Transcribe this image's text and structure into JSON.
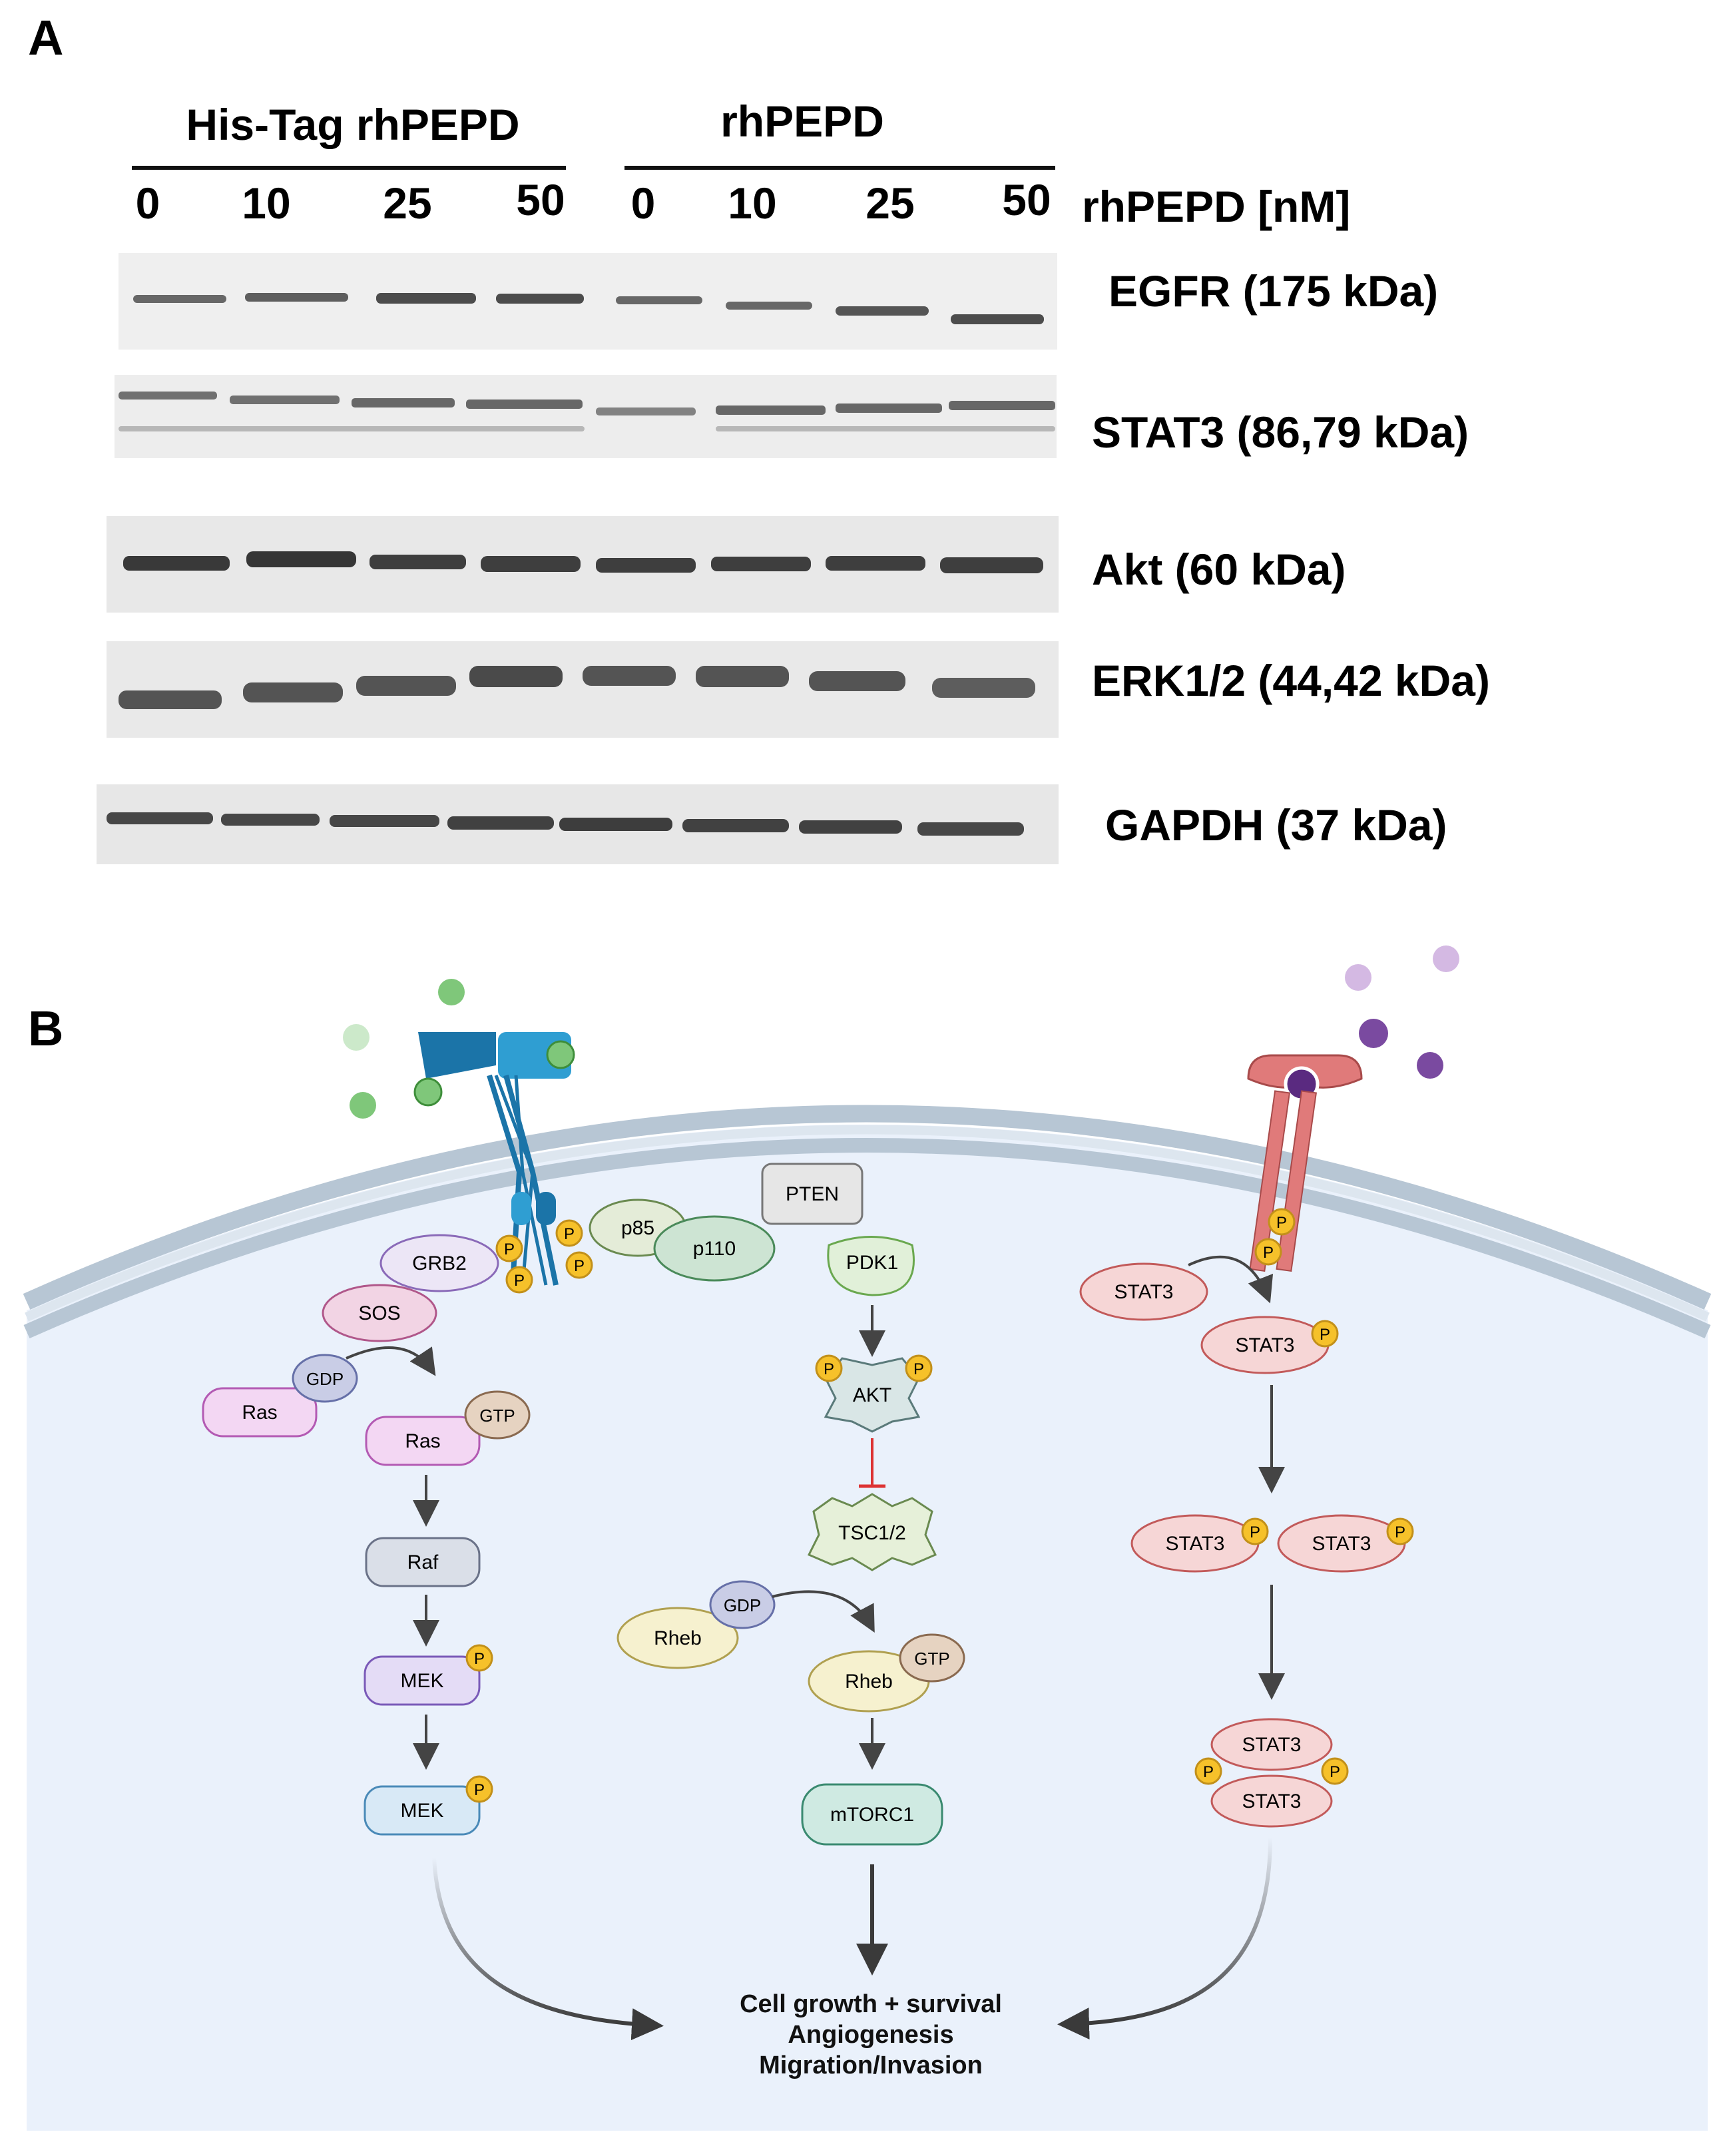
{
  "panel_a": {
    "label": "A",
    "groups": [
      "His-Tag rhPEPD",
      "rhPEPD"
    ],
    "lanes": [
      "0",
      "10",
      "25",
      "50",
      "0",
      "10",
      "25",
      "50"
    ],
    "concentration_label": "rhPEPD [nM]",
    "blots": [
      {
        "label": "EGFR (175 kDa)"
      },
      {
        "label": "STAT3 (86,79 kDa)"
      },
      {
        "label": "Akt (60 kDa)"
      },
      {
        "label": "ERK1/2 (44,42 kDa)"
      },
      {
        "label": "GAPDH (37 kDa)"
      }
    ],
    "colors": {
      "band": "#2a2a2a",
      "membrane": "#efefef"
    }
  },
  "panel_b": {
    "label": "B",
    "p": "P",
    "egfr_pathway": {
      "grb2": "GRB2",
      "sos": "SOS",
      "ras_gdp": "Ras",
      "gdp": "GDP",
      "ras_gtp": "Ras",
      "gtp": "GTP",
      "raf": "Raf",
      "mek1": "MEK",
      "mek2": "MEK"
    },
    "pi3k_pathway": {
      "p85": "p85",
      "p110": "p110",
      "pten": "PTEN",
      "pdk1": "PDK1",
      "akt": "AKT",
      "tsc": "TSC1/2",
      "rheb_gdp": "Rheb",
      "gdp": "GDP",
      "rheb_gtp": "Rheb",
      "gtp": "GTP",
      "mtorc1": "mTORC1"
    },
    "stat_pathway": {
      "stat3_a": "STAT3",
      "stat3_b": "STAT3",
      "stat3_c": "STAT3",
      "stat3_d": "STAT3",
      "stat3_e": "STAT3",
      "stat3_f": "STAT3"
    },
    "outcome": [
      "Cell growth + survival",
      "Angiogenesis",
      "Migration/Invasion"
    ],
    "colors": {
      "cell": "#eaf1fb",
      "membrane": "#b7c6d4",
      "egfr": "#1b74a8",
      "ligand_green": "#7fc77a",
      "stat_receptor": "#e07a7a",
      "ligand_purple": "#8a5aa8",
      "phospho": "#f6c12a"
    }
  }
}
